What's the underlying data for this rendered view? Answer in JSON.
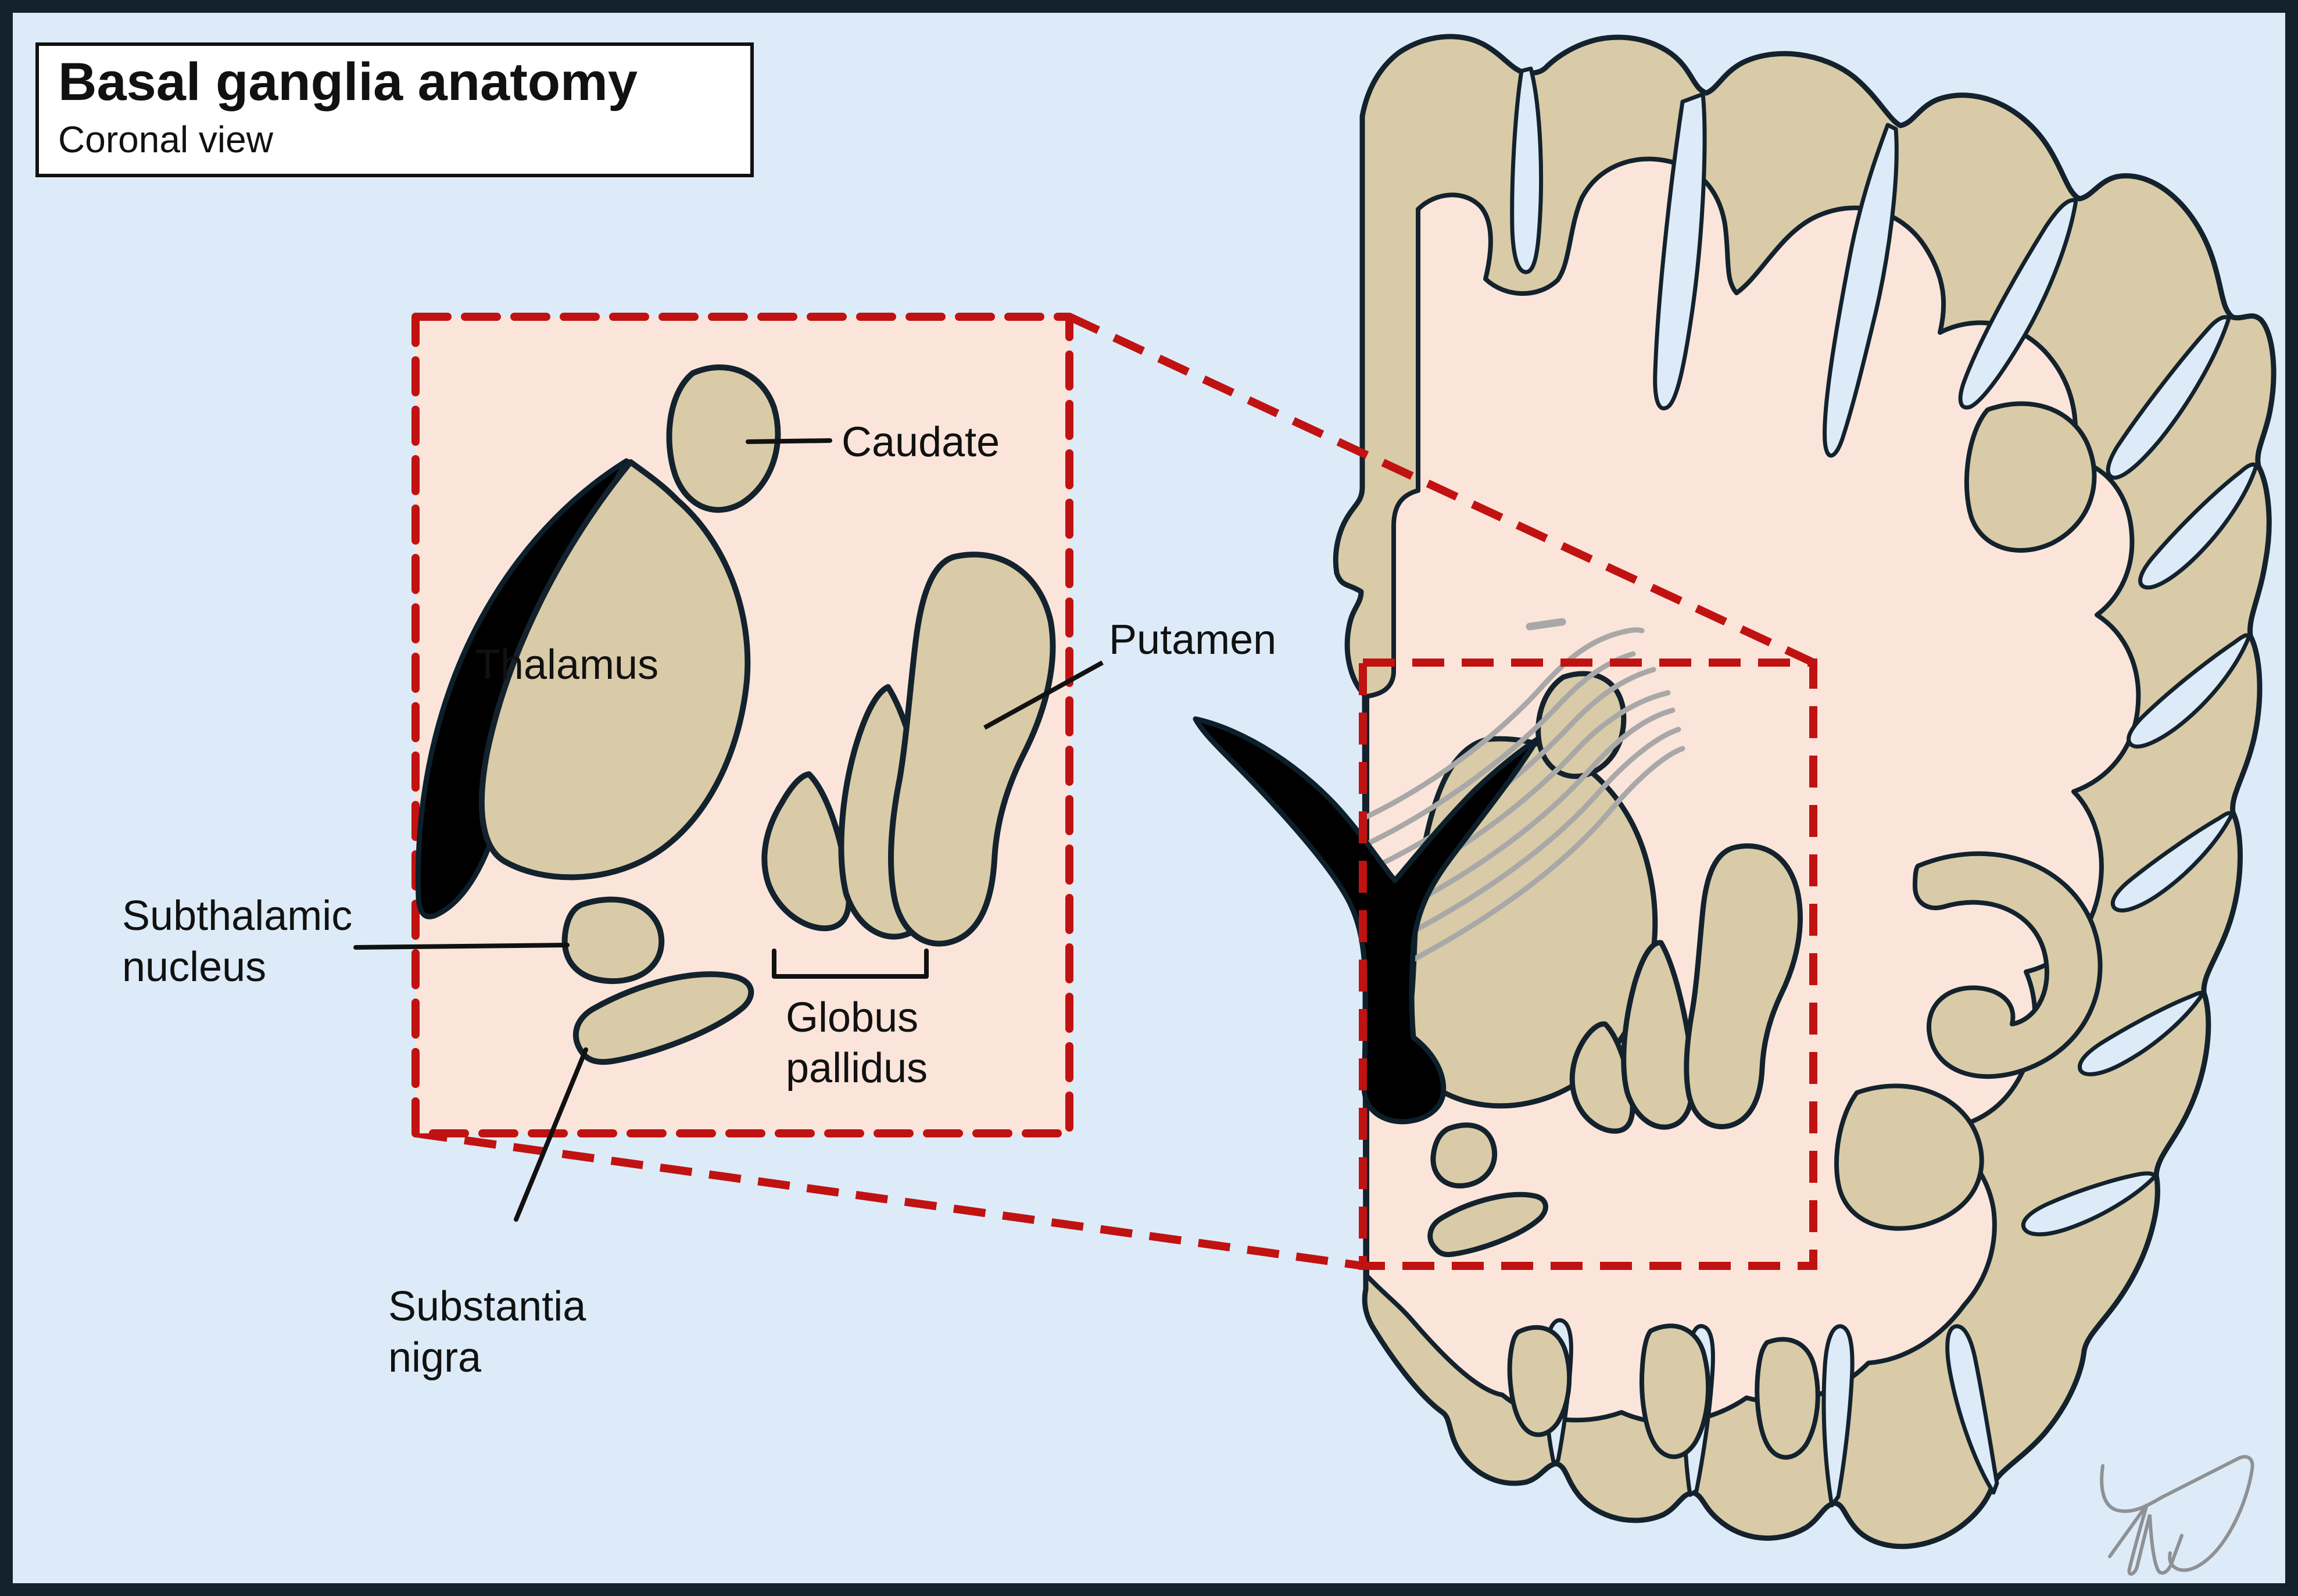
{
  "title": {
    "heading": "Basal ganglia anatomy",
    "subheading": "Coronal view"
  },
  "labels": {
    "caudate": "Caudate",
    "thalamus": "Thalamus",
    "putamen": "Putamen",
    "subthalamic_line1": "Subthalamic",
    "subthalamic_line2": "nucleus",
    "globus_pallidus_line1": "Globus",
    "globus_pallidus_line2": "pallidus",
    "substantia_nigra_line1": "Substantia",
    "substantia_nigra_line2": "nigra"
  },
  "colors": {
    "background": "#dcebf7",
    "inset_fill": "#fbe5da",
    "brain_interior": "#fbe5da",
    "gray_matter_tan": "#d9cba7",
    "outline_navy": "#13222d",
    "highlight_red": "#c11212",
    "ventricle_black": "#000000",
    "fiber_gray": "#a8a8a8",
    "signature_gray": "#8f9194",
    "text": "#111111",
    "title_box_fill": "#ffffff"
  }
}
